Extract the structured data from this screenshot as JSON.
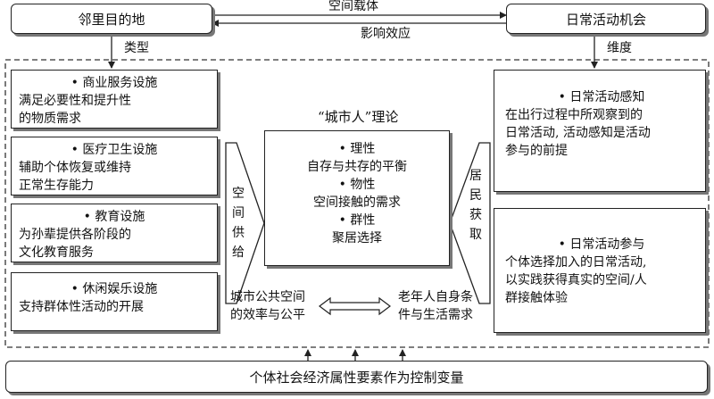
{
  "top": {
    "left_box": "邻里目的地",
    "right_box": "日常活动机会",
    "arrow_top_label": "空间载体",
    "arrow_bottom_label": "影响效应",
    "left_down_label": "类型",
    "right_down_label": "维度"
  },
  "facilities": [
    {
      "title": "商业服务设施",
      "lines": [
        "满足必要性和提升性",
        "的物质需求"
      ]
    },
    {
      "title": "医疗卫生设施",
      "lines": [
        "辅助个体恢复或维持",
        "正常生存能力"
      ]
    },
    {
      "title": "教育设施",
      "lines": [
        "为孙辈提供各阶段的",
        "文化教育服务"
      ]
    },
    {
      "title": "休闲娱乐设施",
      "lines": [
        "支持群体性活动的开展"
      ]
    }
  ],
  "supply_label": [
    "空",
    "间",
    "供",
    "给"
  ],
  "obtain_label": [
    "居",
    "民",
    "获",
    "取"
  ],
  "theory": {
    "title": "“城市人”理论",
    "items": [
      {
        "head": "理性",
        "text": "自存与共存的平衡"
      },
      {
        "head": "物性",
        "text": "空间接触的需求"
      },
      {
        "head": "群性",
        "text": "聚居选择"
      }
    ]
  },
  "bottom_middle": {
    "left": [
      "城市公共空间",
      "的效率与公平"
    ],
    "right": [
      "老年人自身条",
      "件与生活需求"
    ]
  },
  "activity": [
    {
      "title": "日常活动感知",
      "lines": [
        "在出行过程中所观察到的",
        "日常活动, 活动感知是活动",
        "参与的前提"
      ]
    },
    {
      "title": "日常活动参与",
      "lines": [
        "个体选择加入的日常活动,",
        "以实践获得真实的空间/人",
        "群接触体验"
      ]
    }
  ],
  "footer": "个体社会经济属性要素作为控制变量",
  "bullet": "•"
}
